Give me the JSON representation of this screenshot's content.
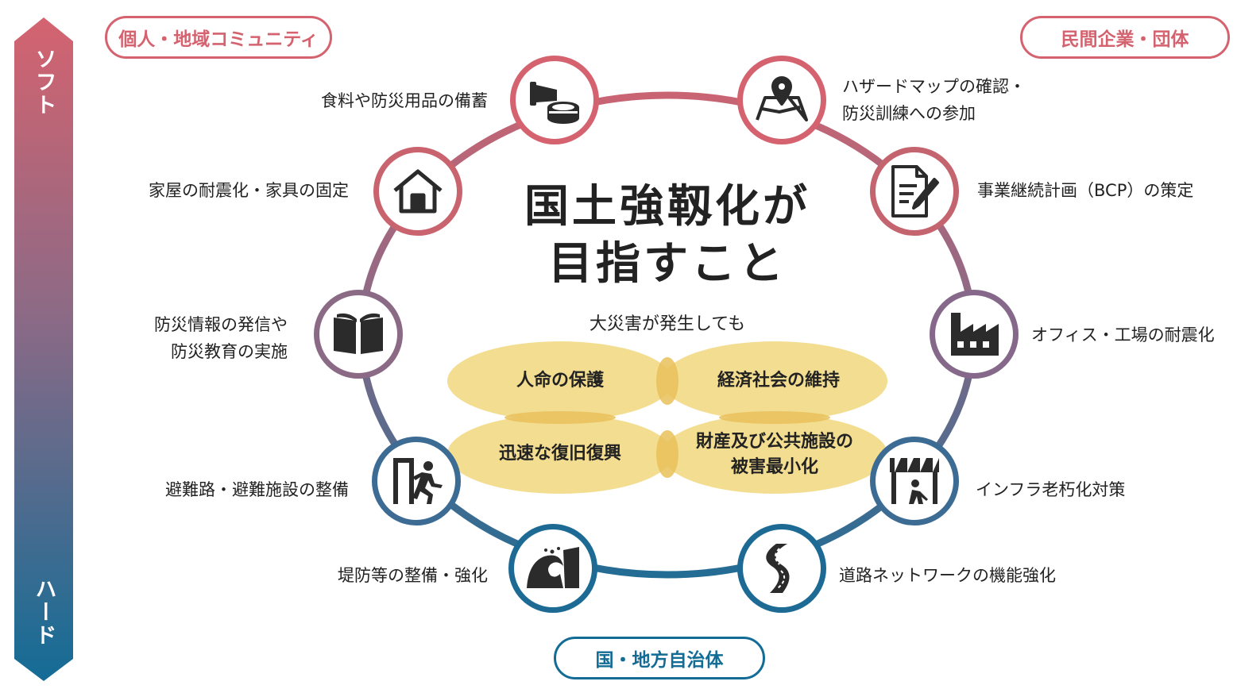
{
  "axis": {
    "soft_label": "ソフト",
    "hard_label": "ハード"
  },
  "actors": {
    "individual": "個人・地域コミュニティ",
    "private": "民間企業・団体",
    "government": "国・地方自治体"
  },
  "center": {
    "title_line1": "国土強靱化が",
    "title_line2": "目指すこと",
    "subtitle": "大災害が発生しても",
    "goals": [
      "人命の保護",
      "経済社会の維持",
      "迅速な復旧復興",
      "財産及び公共施設の",
      "被害最小化"
    ]
  },
  "items_left": [
    {
      "lines": [
        "食料や防災用品の備蓄"
      ],
      "icon": "food-supplies-icon"
    },
    {
      "lines": [
        "家屋の耐震化・家具の固定"
      ],
      "icon": "house-icon"
    },
    {
      "lines": [
        "防災情報の発信や",
        "防災教育の実施"
      ],
      "icon": "book-icon"
    },
    {
      "lines": [
        "避難路・避難施設の整備"
      ],
      "icon": "evacuation-exit-icon"
    },
    {
      "lines": [
        "堤防等の整備・強化"
      ],
      "icon": "seawall-wave-icon"
    }
  ],
  "items_right": [
    {
      "lines": [
        "ハザードマップの確認・",
        "防災訓練への参加"
      ],
      "icon": "hazard-map-icon"
    },
    {
      "lines": [
        "事業継続計画（BCP）の策定"
      ],
      "icon": "document-pen-icon"
    },
    {
      "lines": [
        "オフィス・工場の耐震化"
      ],
      "icon": "factory-icon"
    },
    {
      "lines": [
        "インフラ老朽化対策"
      ],
      "icon": "construction-barrier-icon"
    },
    {
      "lines": [
        "道路ネットワークの機能強化"
      ],
      "icon": "winding-road-icon"
    }
  ],
  "colors": {
    "soft": "#d4636f",
    "hard": "#136c96",
    "mid": "#8c6a86",
    "goal_fill": "#f3dd91",
    "goal_overlap": "#e9c15a",
    "icon_fill": "#2b2b2b"
  }
}
